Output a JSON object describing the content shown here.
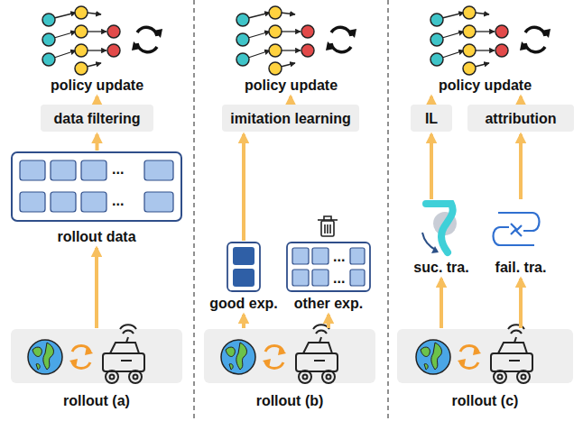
{
  "diagram": {
    "nodes": [
      {
        "text": [
          "policy update"
        ]
      },
      {
        "text": [
          "data filtering"
        ]
      },
      {
        "text": [
          "rollout data"
        ]
      },
      {
        "text": [
          "rollout (a)"
        ]
      },
      {
        "text": [
          "policy update"
        ]
      },
      {
        "text": [
          "imitation learning"
        ]
      },
      {
        "text": [
          "good exp."
        ]
      },
      {
        "text": [
          "other exp."
        ]
      },
      {
        "text": [
          "rollout (b)"
        ]
      },
      {
        "text": [
          "policy update"
        ]
      },
      {
        "text": [
          "IL"
        ]
      },
      {
        "text": [
          "attribution"
        ]
      },
      {
        "text": [
          "suc. tra."
        ]
      },
      {
        "text": [
          "fail. tra."
        ]
      },
      {
        "text": [
          "rollout (c)"
        ]
      }
    ],
    "edges": [
      {
        "from": 3,
        "to": 2,
        "arrow": "to"
      },
      {
        "from": 2,
        "to": 1,
        "arrow": "to"
      },
      {
        "from": 1,
        "to": 0,
        "arrow": "to"
      },
      {
        "from": 8,
        "to": 6,
        "arrow": "to"
      },
      {
        "from": 8,
        "to": 7,
        "arrow": "to"
      },
      {
        "from": 6,
        "to": 5,
        "arrow": "to"
      },
      {
        "from": 5,
        "to": 4,
        "arrow": "to"
      },
      {
        "from": 14,
        "to": 12,
        "arrow": "to"
      },
      {
        "from": 14,
        "to": 13,
        "arrow": "to"
      },
      {
        "from": 12,
        "to": 10,
        "arrow": "to"
      },
      {
        "from": 13,
        "to": 11,
        "arrow": "to"
      },
      {
        "from": 10,
        "to": 9,
        "arrow": "to"
      },
      {
        "from": 11,
        "to": 9,
        "arrow": "to"
      }
    ],
    "labels": [
      "...",
      "...",
      "...",
      "..."
    ]
  }
}
